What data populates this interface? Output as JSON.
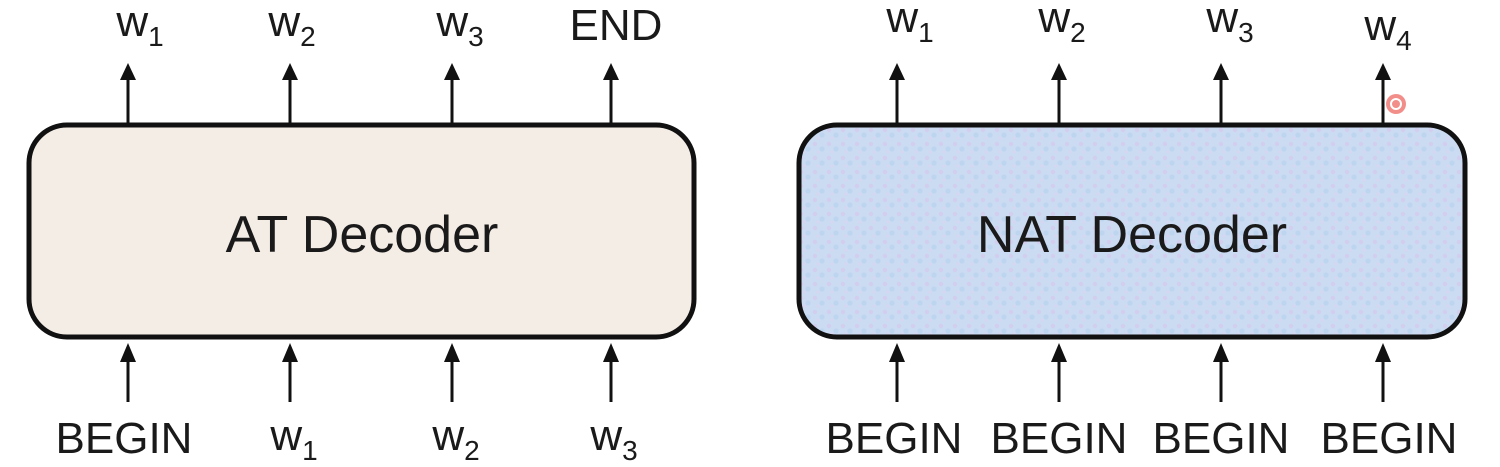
{
  "at": {
    "title": "AT Decoder",
    "outputs": [
      {
        "main": "w",
        "sub": "1"
      },
      {
        "main": "w",
        "sub": "2"
      },
      {
        "main": "w",
        "sub": "3"
      },
      {
        "main": "END",
        "sub": ""
      }
    ],
    "inputs": [
      {
        "main": "BEGIN",
        "sub": ""
      },
      {
        "main": "w",
        "sub": "1"
      },
      {
        "main": "w",
        "sub": "2"
      },
      {
        "main": "w",
        "sub": "3"
      }
    ]
  },
  "nat": {
    "title": "NAT Decoder",
    "outputs": [
      {
        "main": "w",
        "sub": "1"
      },
      {
        "main": "w",
        "sub": "2"
      },
      {
        "main": "w",
        "sub": "3"
      },
      {
        "main": "w",
        "sub": "4"
      }
    ],
    "inputs": [
      {
        "main": "BEGIN",
        "sub": ""
      },
      {
        "main": "BEGIN",
        "sub": ""
      },
      {
        "main": "BEGIN",
        "sub": ""
      },
      {
        "main": "BEGIN",
        "sub": ""
      }
    ]
  },
  "colors": {
    "at_fill": "#f4ede6",
    "nat_fill": "#cadbf2",
    "cursor": "#e8322a"
  }
}
